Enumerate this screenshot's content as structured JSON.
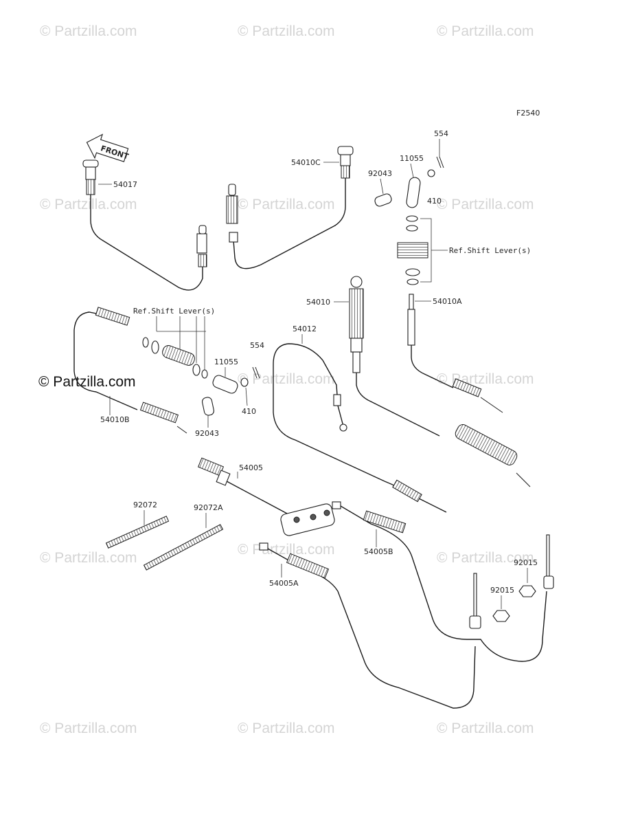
{
  "figure_code": "F2540",
  "front_label": "FRONT",
  "watermark": {
    "text": "© Partzilla.com",
    "prominent_text": "© Partzilla.com"
  },
  "callouts": {
    "c54017": "54017",
    "c54010C": "54010C",
    "c11055_top": "11055",
    "c554_top": "554",
    "c92043_top": "92043",
    "c410_top": "410",
    "ref_shift_right": "Ref.Shift Lever(s)",
    "c54010": "54010",
    "c54010A": "54010A",
    "ref_shift_left": "Ref.Shift Lever(s)",
    "c54012": "54012",
    "c554_mid": "554",
    "c11055_mid": "11055",
    "c410_mid": "410",
    "c92043_mid": "92043",
    "c54010B": "54010B",
    "c54005": "54005",
    "c92072": "92072",
    "c92072A": "92072A",
    "c54005B": "54005B",
    "c92015_right": "92015",
    "c92015_left": "92015",
    "c54005A": "54005A"
  }
}
